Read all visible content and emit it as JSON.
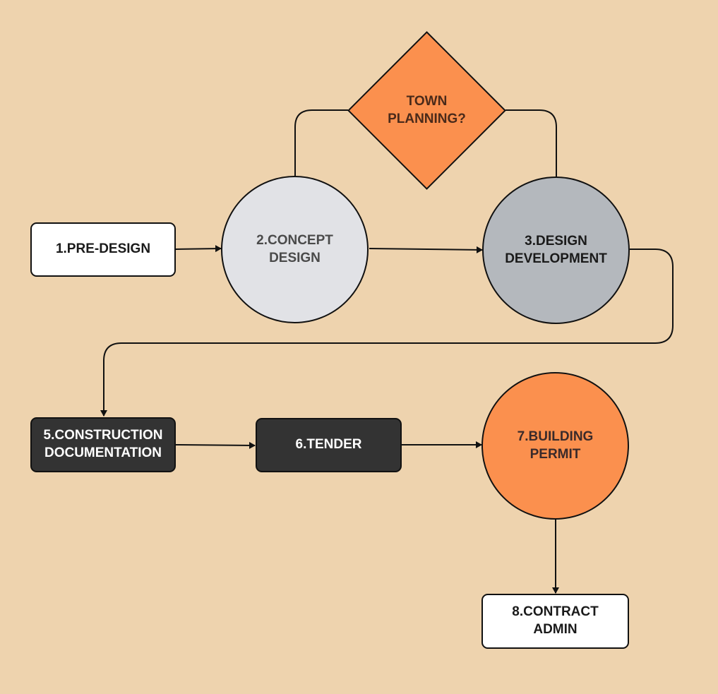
{
  "diagram": {
    "background_color": "#eed3ae",
    "nodes": {
      "pre_design": {
        "label": "1.PRE-DESIGN",
        "fill": "#ffffff",
        "text_color": "#1a1a1a"
      },
      "concept_design": {
        "label": "2.CONCEPT\nDESIGN",
        "fill": "#e1e2e6",
        "text_color": "#4a4a4a"
      },
      "town_planning": {
        "label": "TOWN\nPLANNING?",
        "fill": "#fb904e",
        "text_color": "#4a2a1a"
      },
      "design_development": {
        "label": "3.DESIGN\nDEVELOPMENT",
        "fill": "#b4b8bd",
        "text_color": "#1a1a1a"
      },
      "construction_documentation": {
        "label": "5.CONSTRUCTION\nDOCUMENTATION",
        "fill": "#333333",
        "text_color": "#ffffff"
      },
      "tender": {
        "label": "6.TENDER",
        "fill": "#333333",
        "text_color": "#ffffff"
      },
      "building_permit": {
        "label": "7.BUILDING\nPERMIT",
        "fill": "#fb904e",
        "text_color": "#3a2a2a"
      },
      "contract_admin": {
        "label": "8.CONTRACT\nADMIN",
        "fill": "#ffffff",
        "text_color": "#1a1a1a"
      }
    },
    "edges": [
      {
        "from": "1.PRE-DESIGN",
        "to": "2.CONCEPT DESIGN",
        "arrow": true
      },
      {
        "from": "2.CONCEPT DESIGN",
        "to": "3.DESIGN DEVELOPMENT",
        "arrow": true
      },
      {
        "from": "2.CONCEPT DESIGN",
        "to": "TOWN PLANNING?",
        "arrow": false
      },
      {
        "from": "TOWN PLANNING?",
        "to": "3.DESIGN DEVELOPMENT",
        "arrow": false
      },
      {
        "from": "3.DESIGN DEVELOPMENT",
        "to": "5.CONSTRUCTION DOCUMENTATION",
        "arrow": true
      },
      {
        "from": "5.CONSTRUCTION DOCUMENTATION",
        "to": "6.TENDER",
        "arrow": true
      },
      {
        "from": "6.TENDER",
        "to": "7.BUILDING PERMIT",
        "arrow": true
      },
      {
        "from": "7.BUILDING PERMIT",
        "to": "8.CONTRACT ADMIN",
        "arrow": true
      }
    ],
    "line_color": "#111111"
  }
}
